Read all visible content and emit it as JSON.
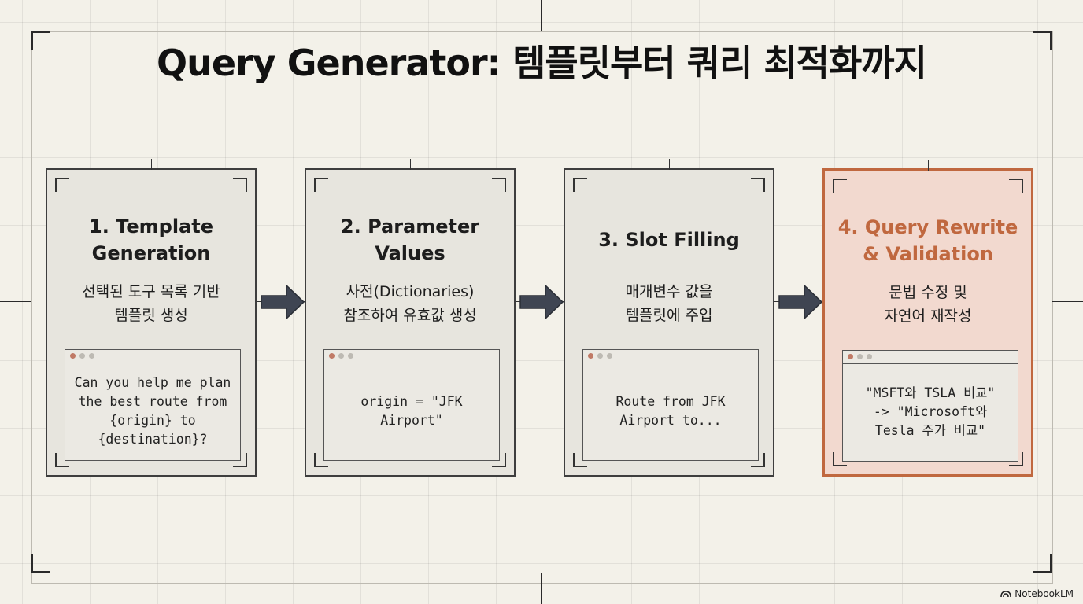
{
  "title": "Query Generator: 템플릿부터 쿼리 최적화까지",
  "steps": [
    {
      "title": "1. Template\nGeneration",
      "desc": "선택된 도구 목록 기반\n템플릿 생성",
      "code": "Can you help me plan\nthe best route from\n{origin} to\n{destination}?"
    },
    {
      "title": "2. Parameter\nValues",
      "desc": "사전(Dictionaries)\n참조하여 유효값 생성",
      "code": "origin = \"JFK\nAirport\""
    },
    {
      "title": "3. Slot Filling",
      "desc": "매개변수 값을\n템플릿에 주입",
      "code": "Route from JFK\nAirport to..."
    },
    {
      "title": "4. Query Rewrite\n& Validation",
      "desc": "문법 수정 및\n자연어 재작성",
      "code": "\"MSFT와 TSLA 비교\"\n-> \"Microsoft와\nTesla 주가 비교\""
    }
  ],
  "brand": "NotebookLM",
  "colors": {
    "accent": "#c0683f",
    "accent_fill": "#f2d9cf",
    "arrow": "#3f4552"
  }
}
